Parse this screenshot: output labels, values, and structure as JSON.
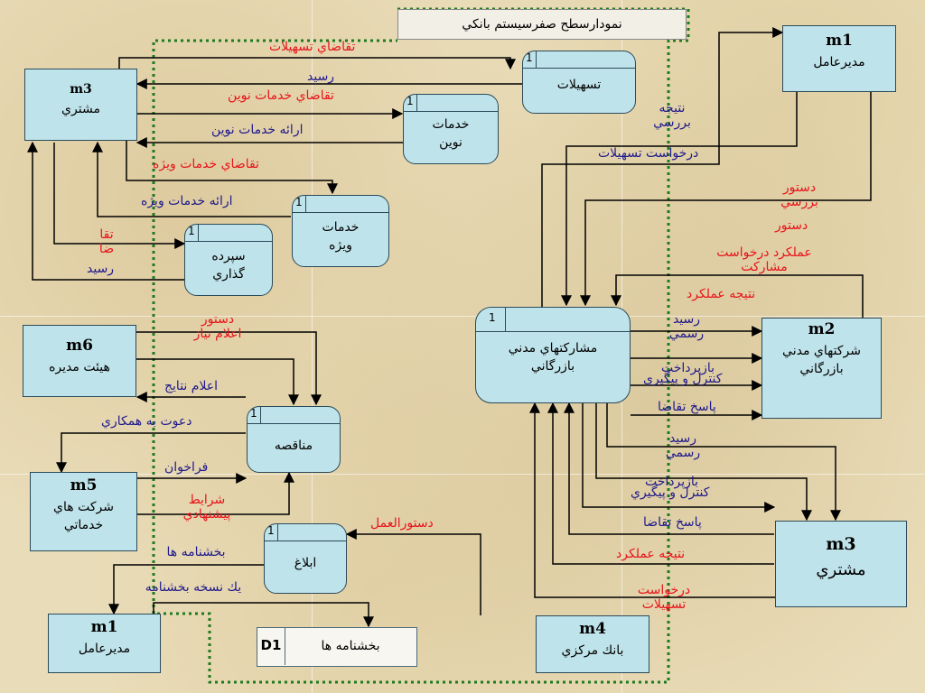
{
  "title": "نمودارسطح صفرسيستم بانكي",
  "entities": {
    "m1_top": {
      "code": "m1",
      "name": "مديرعامل"
    },
    "m3_left": {
      "code": "m3",
      "name": "مشتري"
    },
    "m2": {
      "code": "m2",
      "name": "شركتهاي مدني بازرگاني"
    },
    "m6": {
      "code": "m6",
      "name": "هيئت مديره"
    },
    "m5": {
      "code": "m5",
      "name": "شركت هاي خدماتي"
    },
    "m3_right": {
      "code": "m3",
      "name": "مشتري"
    },
    "m4": {
      "code": "m4",
      "name": "بانك مركزي"
    },
    "m1_bottom": {
      "code": "m1",
      "name": "مديرعامل"
    }
  },
  "processes": {
    "facilities": {
      "num": "1",
      "name": "تسهيلات"
    },
    "new_services": {
      "num": "1",
      "name": "خدمات نوين"
    },
    "special_services": {
      "num": "1",
      "name": "خدمات ويژه"
    },
    "deposit": {
      "num": "1",
      "name": "سپرده گذاري"
    },
    "main": {
      "num": "1",
      "name": "مشاركتهاي مدني بازرگاني"
    },
    "tender": {
      "num": "1",
      "name": "مناقصه"
    },
    "notify": {
      "num": "1",
      "name": "ابلاغ"
    }
  },
  "datastore": {
    "code": "D1",
    "name": "بخشنامه ها"
  },
  "flows": {
    "f_req_fac": "تقاضاي تسهيلات",
    "f_receipt1": "رسيد",
    "f_req_new": "تقاضاي خدمات نوين",
    "f_offer_new": "ارائه خدمات نوين",
    "f_req_special": "تقاضاي خدمات ويژه",
    "f_offer_special": "ارائه خدمات ويژه",
    "f_request_short": "تقا ضا",
    "f_receipt2": "رسيد",
    "f_review_result": "نتيجه بررسي",
    "f_fac_request_top": "درخواست تسهيلات",
    "f_review_order": "دستور بررسي",
    "f_order2": "دستور",
    "f_performance_req": "عملكرد درخواست مشاركت",
    "f_performance_result": "نتيجه عملكرد",
    "f_official_doc_m2": "رسيد رسمي",
    "f_payment_m2": "بازپرداخت",
    "f_control_m2": "كنترل و پيگيري",
    "f_response_m2": "پاسخ تقاضا",
    "f_official_doc_m3": "رسيد رسمي",
    "f_payment_m3": "بازپرداخت",
    "f_control_m3": "كنترل و پيگيري",
    "f_response_m3": "پاسخ تقاضا",
    "f_performance_result2": "نتيجه عملكرد",
    "f_fac_request_bottom": "درخواست تسهيلات",
    "f_order_need": "دستور اعلام نياز",
    "f_announce_results": "اعلام نتايج",
    "f_invite": "دعوت به همكاري",
    "f_call": "فراخوان",
    "f_conditions": "شرايط پيشنهادي",
    "f_directive": "دستورالعمل",
    "f_circular": "بخشنامه ها",
    "f_copy_circular": "يك نسخه بخشنامه"
  }
}
